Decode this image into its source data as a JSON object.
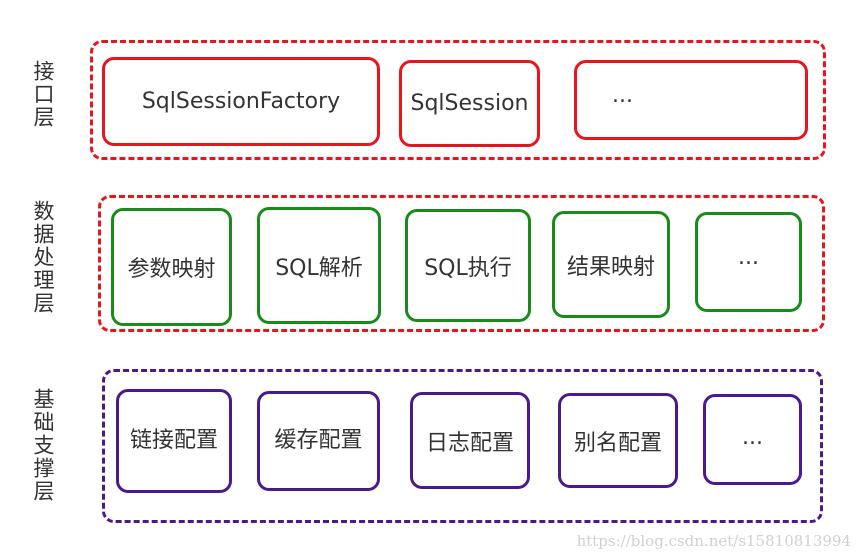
{
  "layers": [
    {
      "label": "接口层",
      "items": [
        "SqlSessionFactory",
        "SqlSession",
        "..."
      ]
    },
    {
      "label": "数据处理层",
      "items": [
        "参数映射",
        "SQL解析",
        "SQL执行",
        "结果映射",
        "..."
      ]
    },
    {
      "label": "基础支撑层",
      "items": [
        "链接配置",
        "缓存配置",
        "日志配置",
        "别名配置",
        "..."
      ]
    }
  ],
  "colors": {
    "interface": "#e8141e",
    "data_processing": "#1a8a1a",
    "foundation": "#4a1a8a"
  },
  "watermark": "https://blog.csdn.net/s15810813994"
}
